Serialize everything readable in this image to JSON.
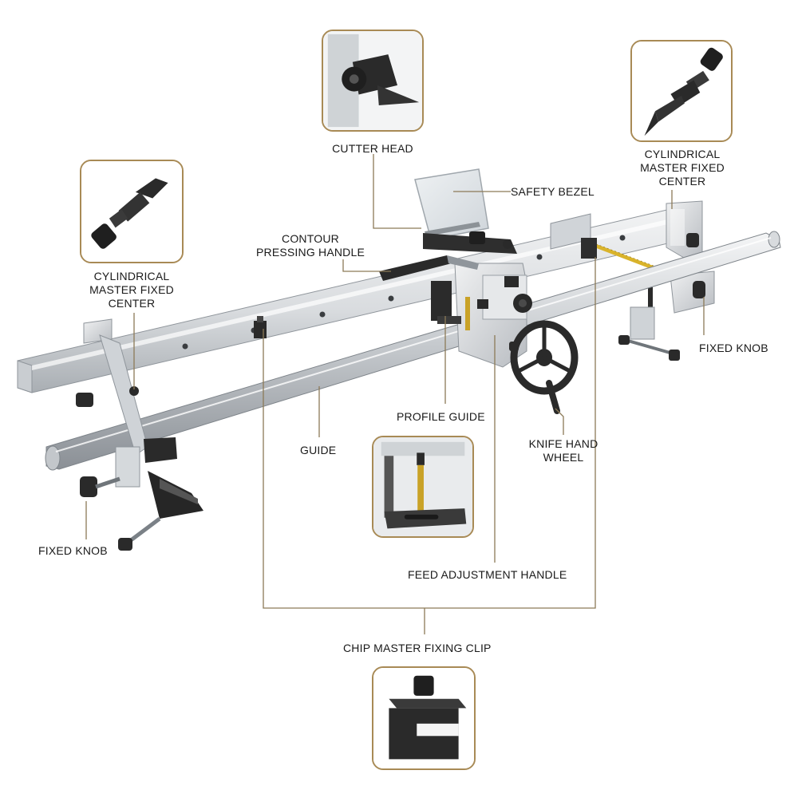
{
  "labels": {
    "cutter_head": "CUTTER HEAD",
    "safety_bezel": "SAFETY BEZEL",
    "contour_pressing_handle": [
      "CONTOUR",
      "PRESSING HANDLE"
    ],
    "cylindrical_center_left": [
      "CYLINDRICAL",
      "MASTER FIXED",
      "CENTER"
    ],
    "cylindrical_center_right": [
      "CYLINDRICAL",
      "MASTER FIXED",
      "CENTER"
    ],
    "fixed_knob_right": "FIXED KNOB",
    "fixed_knob_left": "FIXED KNOB",
    "profile_guide": "PROFILE GUIDE",
    "guide": "GUIDE",
    "knife_hand_wheel": [
      "KNIFE HAND",
      "WHEEL"
    ],
    "feed_adjustment_handle": "FEED ADJUSTMENT HANDLE",
    "chip_master_fixing_clip": "CHIP MASTER FIXING CLIP"
  },
  "colors": {
    "leader_line": "#8c7a57",
    "inset_border": "#a88a55",
    "metal_light": "#e2e4e6",
    "metal_dark": "#9aa0a6",
    "black_part": "#2a2a2a",
    "brass": "#c9a227"
  }
}
